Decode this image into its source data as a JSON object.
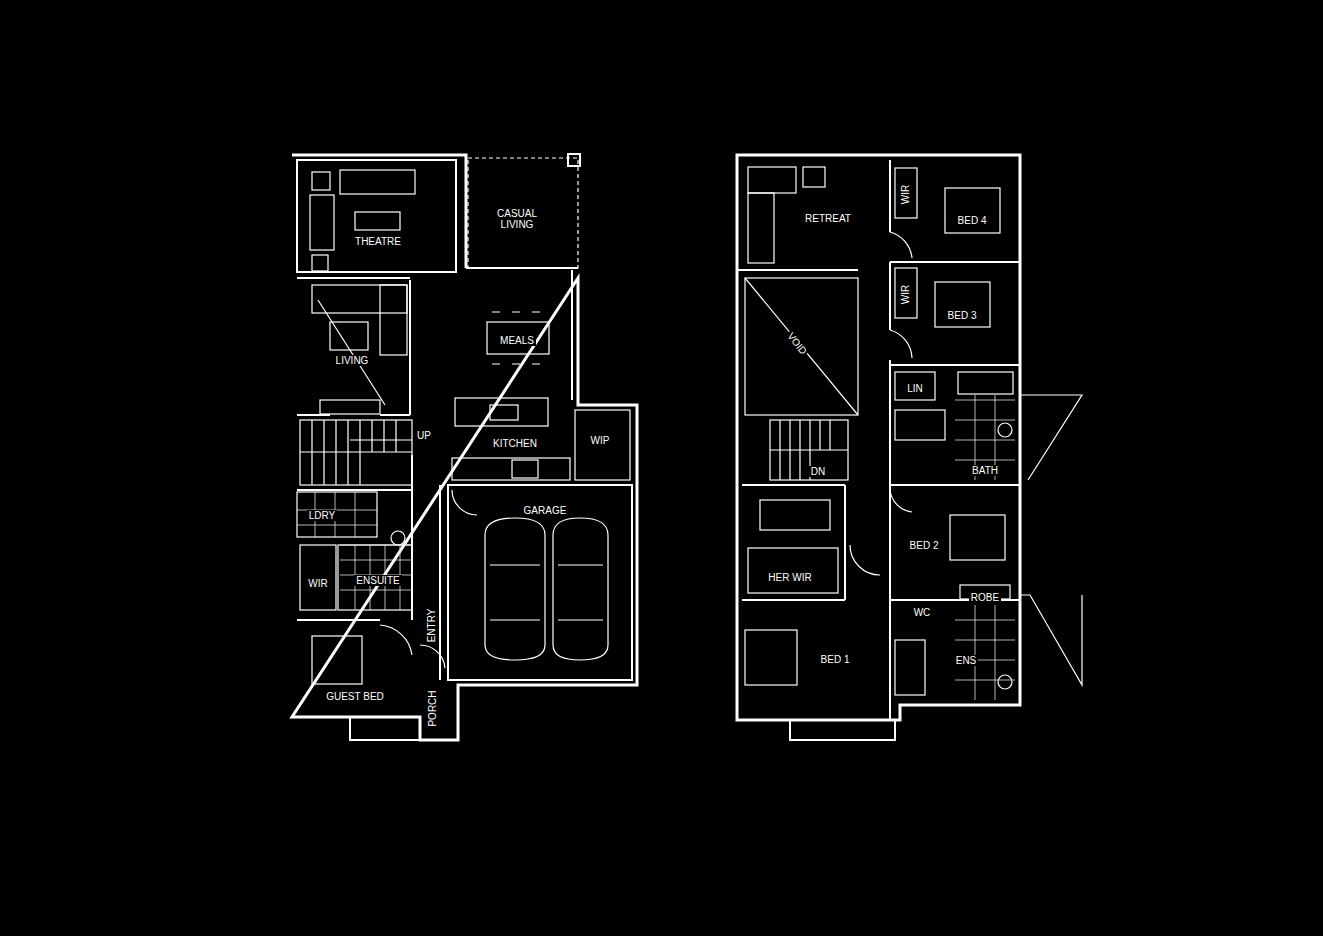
{
  "diagram": {
    "labels": [
      "THEATRE",
      "CASUAL LIVING",
      "LIVING",
      "MEALS",
      "UP",
      "KITCHEN",
      "WIP",
      "GARAGE",
      "LDRY",
      "WIR",
      "ENSUITE",
      "ENTRY",
      "GUEST BED",
      "PORCH",
      "RETREAT",
      "WIR",
      "BED 4",
      "WIR",
      "BED 3",
      "VOID",
      "LIN",
      "BATH",
      "DN",
      "BED 2",
      "HER WIR",
      "ROBE",
      "WC",
      "ENS",
      "BED 1"
    ]
  }
}
